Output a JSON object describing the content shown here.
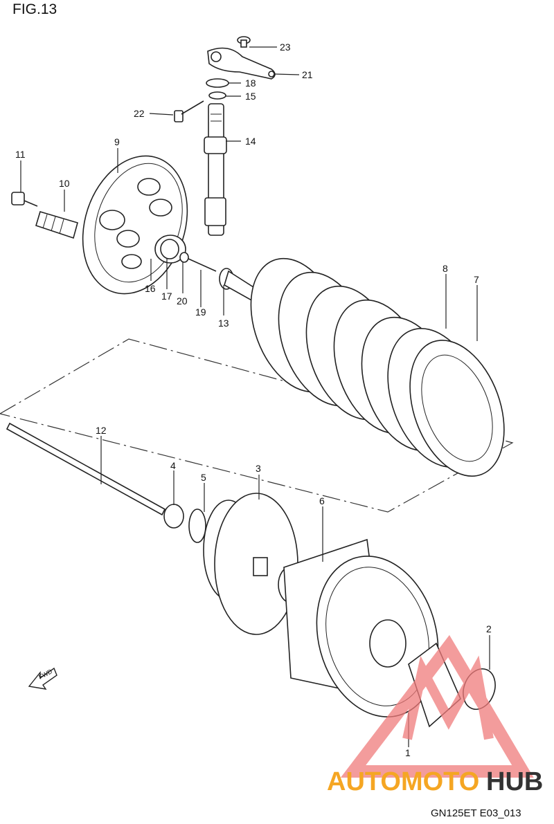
{
  "figure": {
    "title": "FIG.13",
    "code": "GN125ET E03_013"
  },
  "fwd_marker": {
    "text": "FWD"
  },
  "watermark": {
    "text_left": "AUTOMOTO",
    "text_right": "HUB",
    "color_left": "#f5a623",
    "color_right": "#333333",
    "logo_color": "#f07b7b"
  },
  "callouts": [
    {
      "num": "1"
    },
    {
      "num": "2"
    },
    {
      "num": "3"
    },
    {
      "num": "4"
    },
    {
      "num": "5"
    },
    {
      "num": "6"
    },
    {
      "num": "7"
    },
    {
      "num": "8"
    },
    {
      "num": "9"
    },
    {
      "num": "10"
    },
    {
      "num": "11"
    },
    {
      "num": "12"
    },
    {
      "num": "13"
    },
    {
      "num": "14"
    },
    {
      "num": "15"
    },
    {
      "num": "16"
    },
    {
      "num": "17"
    },
    {
      "num": "18"
    },
    {
      "num": "19"
    },
    {
      "num": "20"
    },
    {
      "num": "21"
    },
    {
      "num": "22"
    },
    {
      "num": "23"
    }
  ]
}
